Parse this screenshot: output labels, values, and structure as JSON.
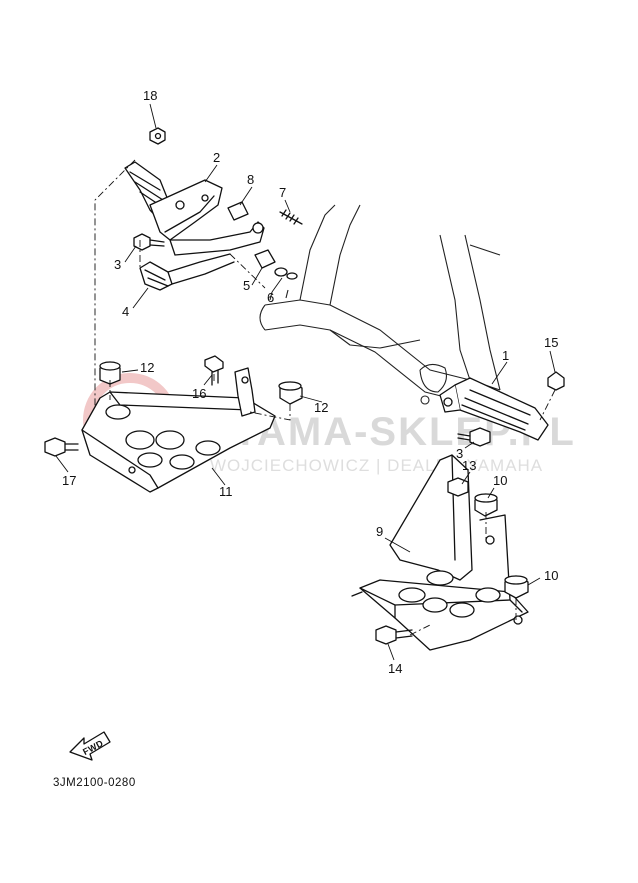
{
  "diagram_code": "3JM2100-0280",
  "watermark": {
    "line1": "YAMA-SKLEP.PL",
    "line2": "WOJCIECHOWICZ | DEALER YAMAHA"
  },
  "fwd_label": "FWD",
  "callouts": {
    "c18": "18",
    "c2": "2",
    "c8": "8",
    "c7": "7",
    "c3a": "3",
    "c5": "5",
    "c6": "6",
    "c4": "4",
    "c12a": "12",
    "c16": "16",
    "c12b": "12",
    "c1": "1",
    "c15": "15",
    "c3b": "3",
    "c13": "13",
    "c10a": "10",
    "c17": "17",
    "c11": "11",
    "c9": "9",
    "c10b": "10",
    "c14": "14"
  }
}
